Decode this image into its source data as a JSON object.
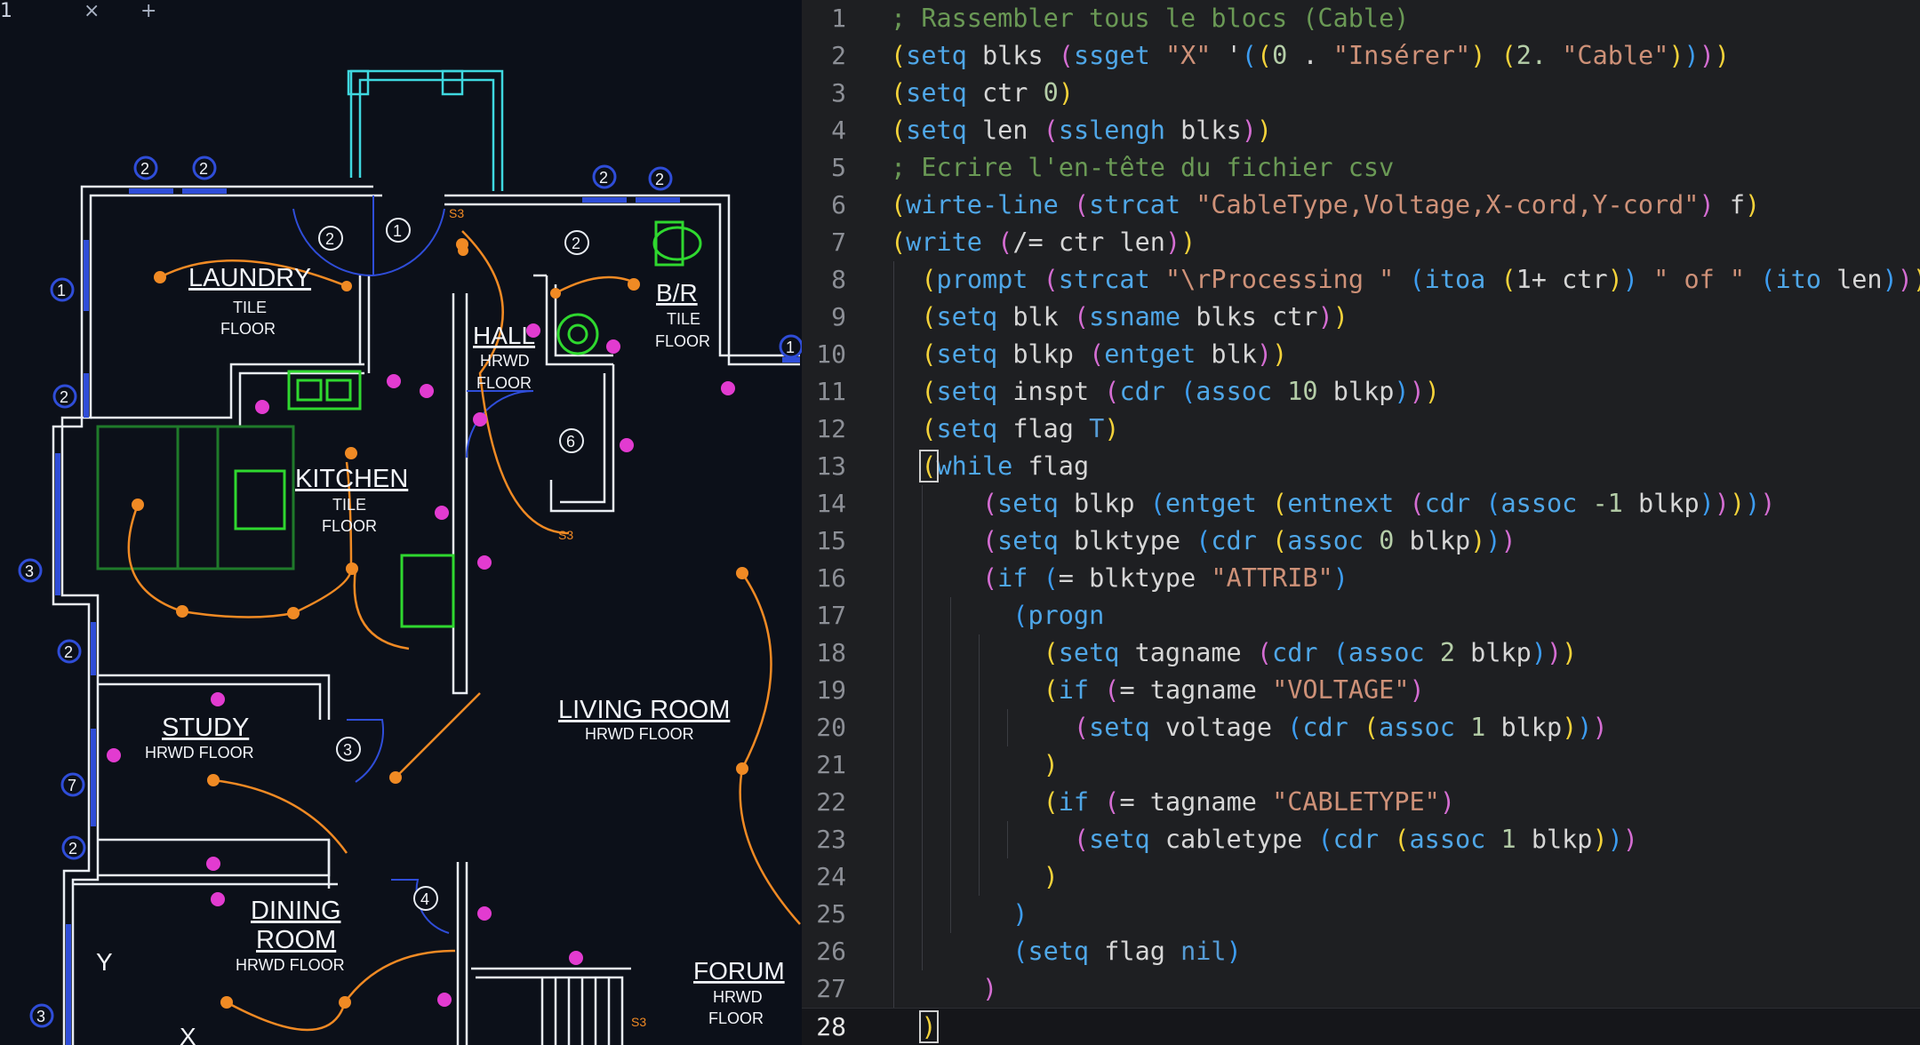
{
  "cad": {
    "tab_label": "1",
    "tab_close": "×",
    "tab_add": "+",
    "rooms": {
      "laundry": {
        "name": "LAUNDRY",
        "line1": "TILE",
        "line2": "FLOOR"
      },
      "hall": {
        "name": "HALL",
        "line1": "HRWD",
        "line2": "FLOOR"
      },
      "br": {
        "name": "B/R",
        "line1": "TILE",
        "line2": "FLOOR"
      },
      "kitchen": {
        "name": "KITCHEN",
        "line1": "TILE",
        "line2": "FLOOR"
      },
      "study": {
        "name": "STUDY",
        "line1": "HRWD FLOOR"
      },
      "living": {
        "name": "LIVING ROOM",
        "line1": "HRWD FLOOR"
      },
      "dining": {
        "name": "DINING",
        "name2": "ROOM",
        "line1": "HRWD FLOOR"
      },
      "forum": {
        "name": "FORUM",
        "line1": "HRWD",
        "line2": "FLOOR"
      }
    },
    "window_tags": [
      "2",
      "2",
      "2",
      "2",
      "1",
      "2",
      "3",
      "2",
      "7",
      "2",
      "3",
      "1"
    ],
    "door_tags": [
      "2",
      "1",
      "2",
      "6",
      "3",
      "4"
    ],
    "switch_labels": [
      "S3",
      "S3",
      "S3"
    ],
    "axis_labels": [
      "Y",
      "X"
    ],
    "colors": {
      "wall": "#e9edf3",
      "window": "#2f4dd8",
      "wire": "#f08a24",
      "device": "#e23bd0",
      "fixture": "#2fd82f",
      "cyan": "#3fd8e0"
    }
  },
  "editor": {
    "lines": [
      {
        "n": "1",
        "text": "; Rassembler tous le blocs (Cable)"
      },
      {
        "n": "2",
        "text": "(setq blks (ssget \"X\" '((0 . \"Insérer\") (2. \"Cable\"))))"
      },
      {
        "n": "3",
        "text": "(setq ctr 0)"
      },
      {
        "n": "4",
        "text": "(setq len (sslengh blks))"
      },
      {
        "n": "5",
        "text": "; Ecrire l'en-tête du fichier csv"
      },
      {
        "n": "6",
        "text": "(wirte-line (strcat \"CableType,Voltage,X-cord,Y-cord\") f)"
      },
      {
        "n": "7",
        "text": "(write (/= ctr len))"
      },
      {
        "n": "8",
        "text": "  (prompt (strcat \"\\rProcessing \" (itoa (1+ ctr)) \" of \" (ito len)))"
      },
      {
        "n": "9",
        "text": "  (setq blk (ssname blks ctr))"
      },
      {
        "n": "10",
        "text": "  (setq blkp (entget blk))"
      },
      {
        "n": "11",
        "text": "  (setq inspt (cdr (assoc 10 blkp)))"
      },
      {
        "n": "12",
        "text": "  (setq flag T)"
      },
      {
        "n": "13",
        "text": "  (while flag"
      },
      {
        "n": "14",
        "text": "      (setq blkp (entget (entnext (cdr (assoc -1 blkp)))))"
      },
      {
        "n": "15",
        "text": "      (setq blktype (cdr (assoc 0 blkp)))"
      },
      {
        "n": "16",
        "text": "      (if (= blktype \"ATTRIB\")"
      },
      {
        "n": "17",
        "text": "        (progn"
      },
      {
        "n": "18",
        "text": "          (setq tagname (cdr (assoc 2 blkp)))"
      },
      {
        "n": "19",
        "text": "          (if (= tagname \"VOLTAGE\")"
      },
      {
        "n": "20",
        "text": "            (setq voltage (cdr (assoc 1 blkp)))"
      },
      {
        "n": "21",
        "text": "          )"
      },
      {
        "n": "22",
        "text": "          (if (= tagname \"CABLETYPE\")"
      },
      {
        "n": "23",
        "text": "            (setq cabletype (cdr (assoc 1 blkp)))"
      },
      {
        "n": "24",
        "text": "          )"
      },
      {
        "n": "25",
        "text": "        )"
      },
      {
        "n": "26",
        "text": "        (setq flag nil)"
      },
      {
        "n": "27",
        "text": "      )"
      },
      {
        "n": "28",
        "text": "  )"
      }
    ],
    "current_line": "28",
    "colors": {
      "comment": "#6a9955",
      "paren1": "#f3d23a",
      "paren2": "#d46dd2",
      "paren3": "#3d9cf0",
      "keyword": "#4fa7e8",
      "string": "#ce9178",
      "number": "#b5cea8",
      "text": "#d6d6d6",
      "constant": "#569cd6"
    }
  }
}
